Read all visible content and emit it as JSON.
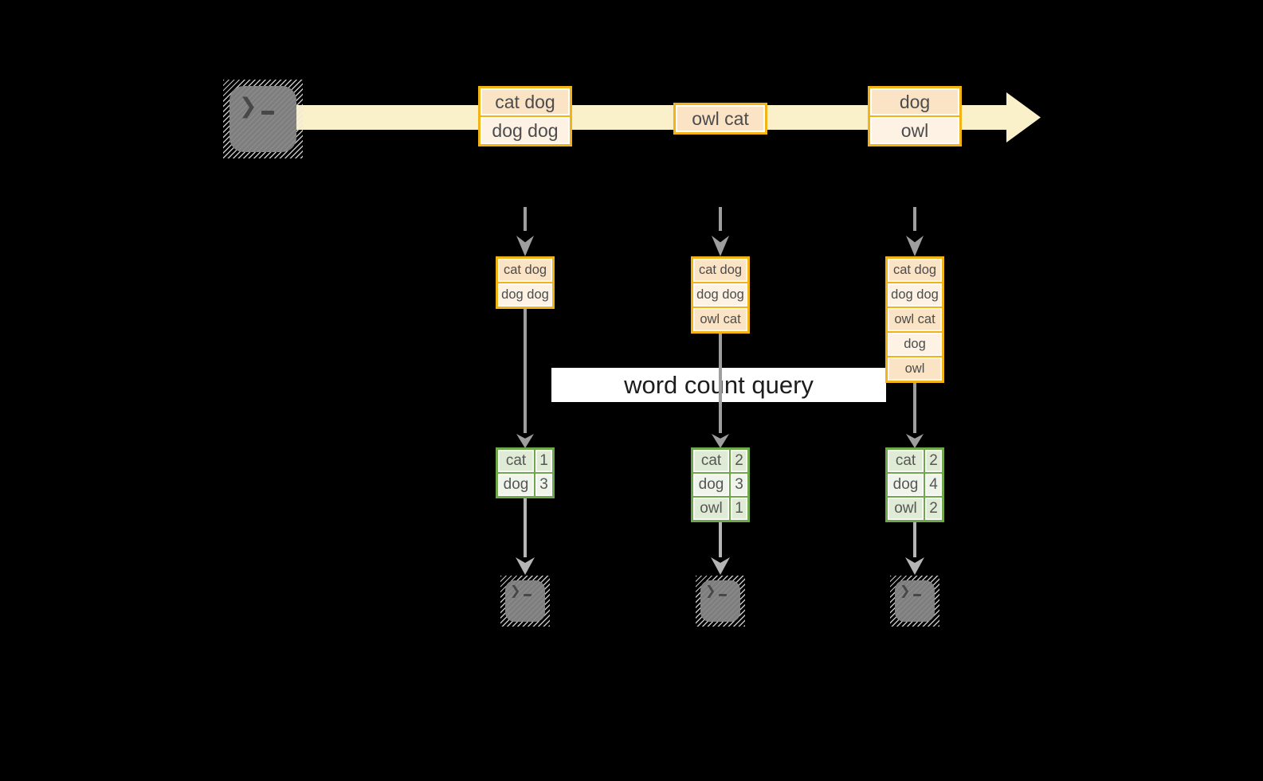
{
  "query_label": "word count query",
  "terminal": {
    "prompt_chevron": "❯"
  },
  "stream": {
    "events": [
      {
        "lines": [
          "cat dog",
          "dog dog"
        ]
      },
      {
        "lines": [
          "owl cat"
        ]
      },
      {
        "lines": [
          "dog",
          "owl"
        ]
      }
    ]
  },
  "columns": [
    {
      "state_lines": [
        "cat dog",
        "dog dog"
      ],
      "counts": [
        {
          "word": "cat",
          "value": "1"
        },
        {
          "word": "dog",
          "value": "3"
        }
      ]
    },
    {
      "state_lines": [
        "cat dog",
        "dog dog",
        "owl cat"
      ],
      "counts": [
        {
          "word": "cat",
          "value": "2"
        },
        {
          "word": "dog",
          "value": "3"
        },
        {
          "word": "owl",
          "value": "1"
        }
      ]
    },
    {
      "state_lines": [
        "cat dog",
        "dog dog",
        "owl cat",
        "dog",
        "owl"
      ],
      "counts": [
        {
          "word": "cat",
          "value": "2"
        },
        {
          "word": "dog",
          "value": "4"
        },
        {
          "word": "owl",
          "value": "2"
        }
      ]
    }
  ],
  "colors": {
    "background": "#000000",
    "stream_fill": "#faf0c9",
    "event_border": "#f2b316",
    "event_cell_dark": "#fbe3c5",
    "event_cell_light": "#fdf2e4",
    "table_border": "#6fa74b",
    "table_cell_dark": "#dfebd5",
    "table_cell_light": "#eff5ea",
    "arrow_gray": "#9e9e9e",
    "arrow_gray_light": "#b5b5b5",
    "terminal_gray": "#7e7e7e",
    "band_background": "#ffffff"
  }
}
